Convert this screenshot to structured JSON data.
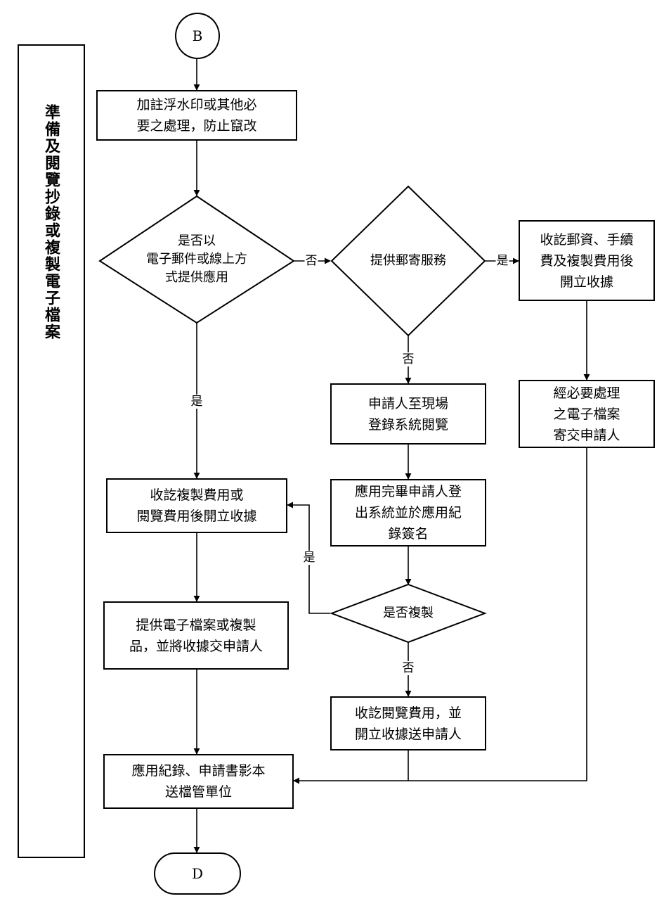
{
  "side_title": "準備及閱覽抄錄或複製電子檔案",
  "connectors": {
    "start": "B",
    "end": "D"
  },
  "steps": {
    "watermark": "加註浮水印或其他必\n要之處理，防止竄改",
    "decision_online": "是否以\n電子郵件或線上方\n式提供應用",
    "decision_mail": "提供郵寄服務",
    "mail_receipt": "收訖郵資、手續\n費及複製費用後\n開立收據",
    "mail_send": "經必要處理\n之電子檔案\n寄交申請人",
    "onsite_login": "申請人至現場\n登錄系統閱覽",
    "onsite_logout": "應用完畢申請人登\n出系統並於應用紀\n錄簽名",
    "decision_copy": "是否複製",
    "copy_receipt": "收訖複製費用或\n閱覽費用後開立收據",
    "provide_file": "提供電子檔案或複製\n品，並將收據交申請人",
    "view_receipt": "收訖閱覽費用，並\n開立收據送申請人",
    "record": "應用紀錄、申請書影本\n送檔管單位"
  },
  "edge_labels": {
    "online_no": "否",
    "online_yes": "是",
    "mail_yes": "是",
    "mail_no": "否",
    "copy_yes": "是",
    "copy_no": "否"
  }
}
